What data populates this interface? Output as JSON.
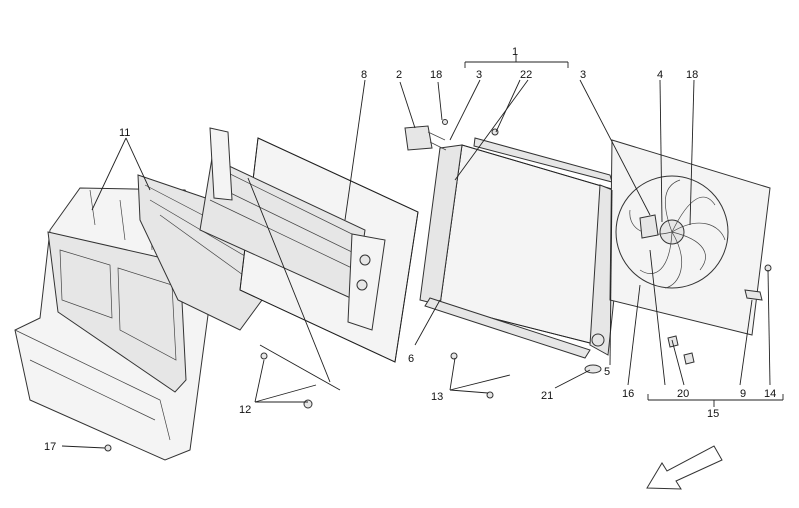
{
  "labels": {
    "p1": "1",
    "p2": "2",
    "p3a": "3",
    "p3b": "3",
    "p4": "4",
    "p5": "5",
    "p6": "6",
    "p8": "8",
    "p9": "9",
    "p11": "11",
    "p12": "12",
    "p13": "13",
    "p14": "14",
    "p15": "15",
    "p16": "16",
    "p17": "17",
    "p18a": "18",
    "p18b": "18",
    "p20": "20",
    "p21": "21",
    "p22": "22"
  },
  "icons": {
    "direction": "arrow-down-left-icon"
  }
}
